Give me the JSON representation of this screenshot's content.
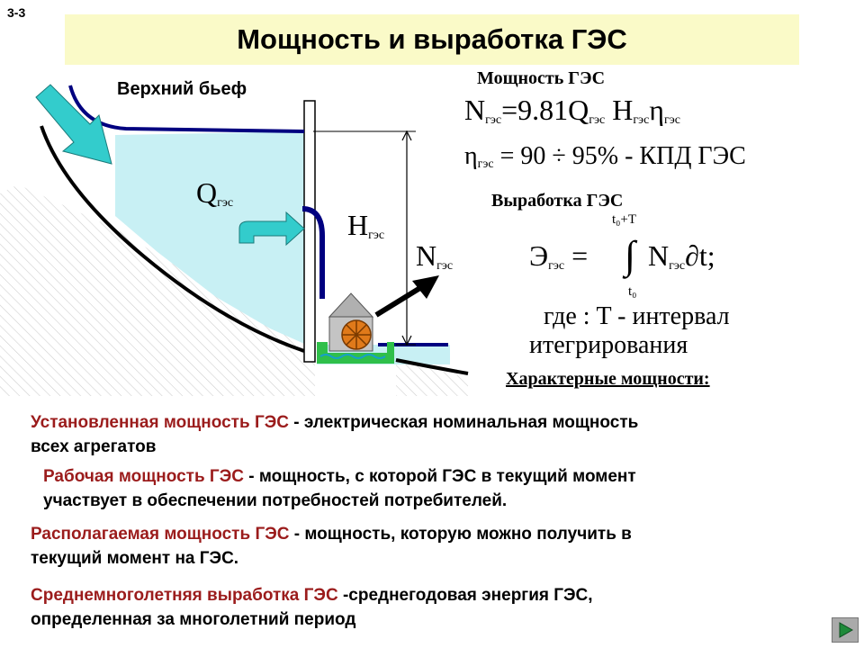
{
  "slide_number": "3-3",
  "title": "Мощность и выработка ГЭС",
  "diagram": {
    "upper_pool_label": "Верхний бьеф",
    "q_symbol": "Q",
    "q_sub": "гэс",
    "h_symbol": "H",
    "h_sub": "гэс",
    "n_symbol": "N",
    "n_sub": "гэс"
  },
  "power": {
    "heading": "Мощность ГЭС",
    "formula": {
      "n": "N",
      "n_sub": "гэс",
      "eq": "=9.81Q",
      "q_sub": "гэс",
      "h": " H",
      "h_sub": "гэс",
      "eta": "η",
      "eta_sub": "гэс"
    },
    "eff": {
      "eta": "η",
      "eta_sub": "гэс",
      "rest": " = 90 ÷ 95% - КПД ГЭС"
    }
  },
  "output": {
    "heading": "Выработка ГЭС",
    "upper_limit": "t₀+T",
    "lower_limit": "t₀",
    "e": "Э",
    "e_sub": "гэс",
    "eq": " =",
    "integral": "∫",
    "n": "N",
    "n_sub": "гэс",
    "dt": "∂t;",
    "where_line1": "где : T - интервал",
    "where_line2": "итегрирования"
  },
  "characteristic_heading": "Характерные мощности:",
  "definitions": [
    {
      "term": "Установленная мощность ГЭС",
      "desc": " - электрическая номинальная мощность",
      "desc2": "всех агрегатов"
    },
    {
      "term": "Рабочая мощность ГЭС",
      "desc": " - мощность, с которой ГЭС в текущий момент",
      "desc2": "участвует в обеспечении потребностей потребителей."
    },
    {
      "term": "Располагаемая мощность ГЭС",
      "desc": " - мощность, которую можно получить в",
      "desc2": "текущий момент на ГЭС."
    },
    {
      "term": "Среднемноголетняя выработка ГЭС",
      "desc": " -среднегодовая энергия ГЭС,",
      "desc2": "определенная за многолетний период"
    }
  ],
  "colors": {
    "term": "#9b1c1c",
    "water": "#c8f0f4",
    "arrow": "#33cccc",
    "title_bg": "#fafac8",
    "nav_play": "#1f8a3a"
  }
}
